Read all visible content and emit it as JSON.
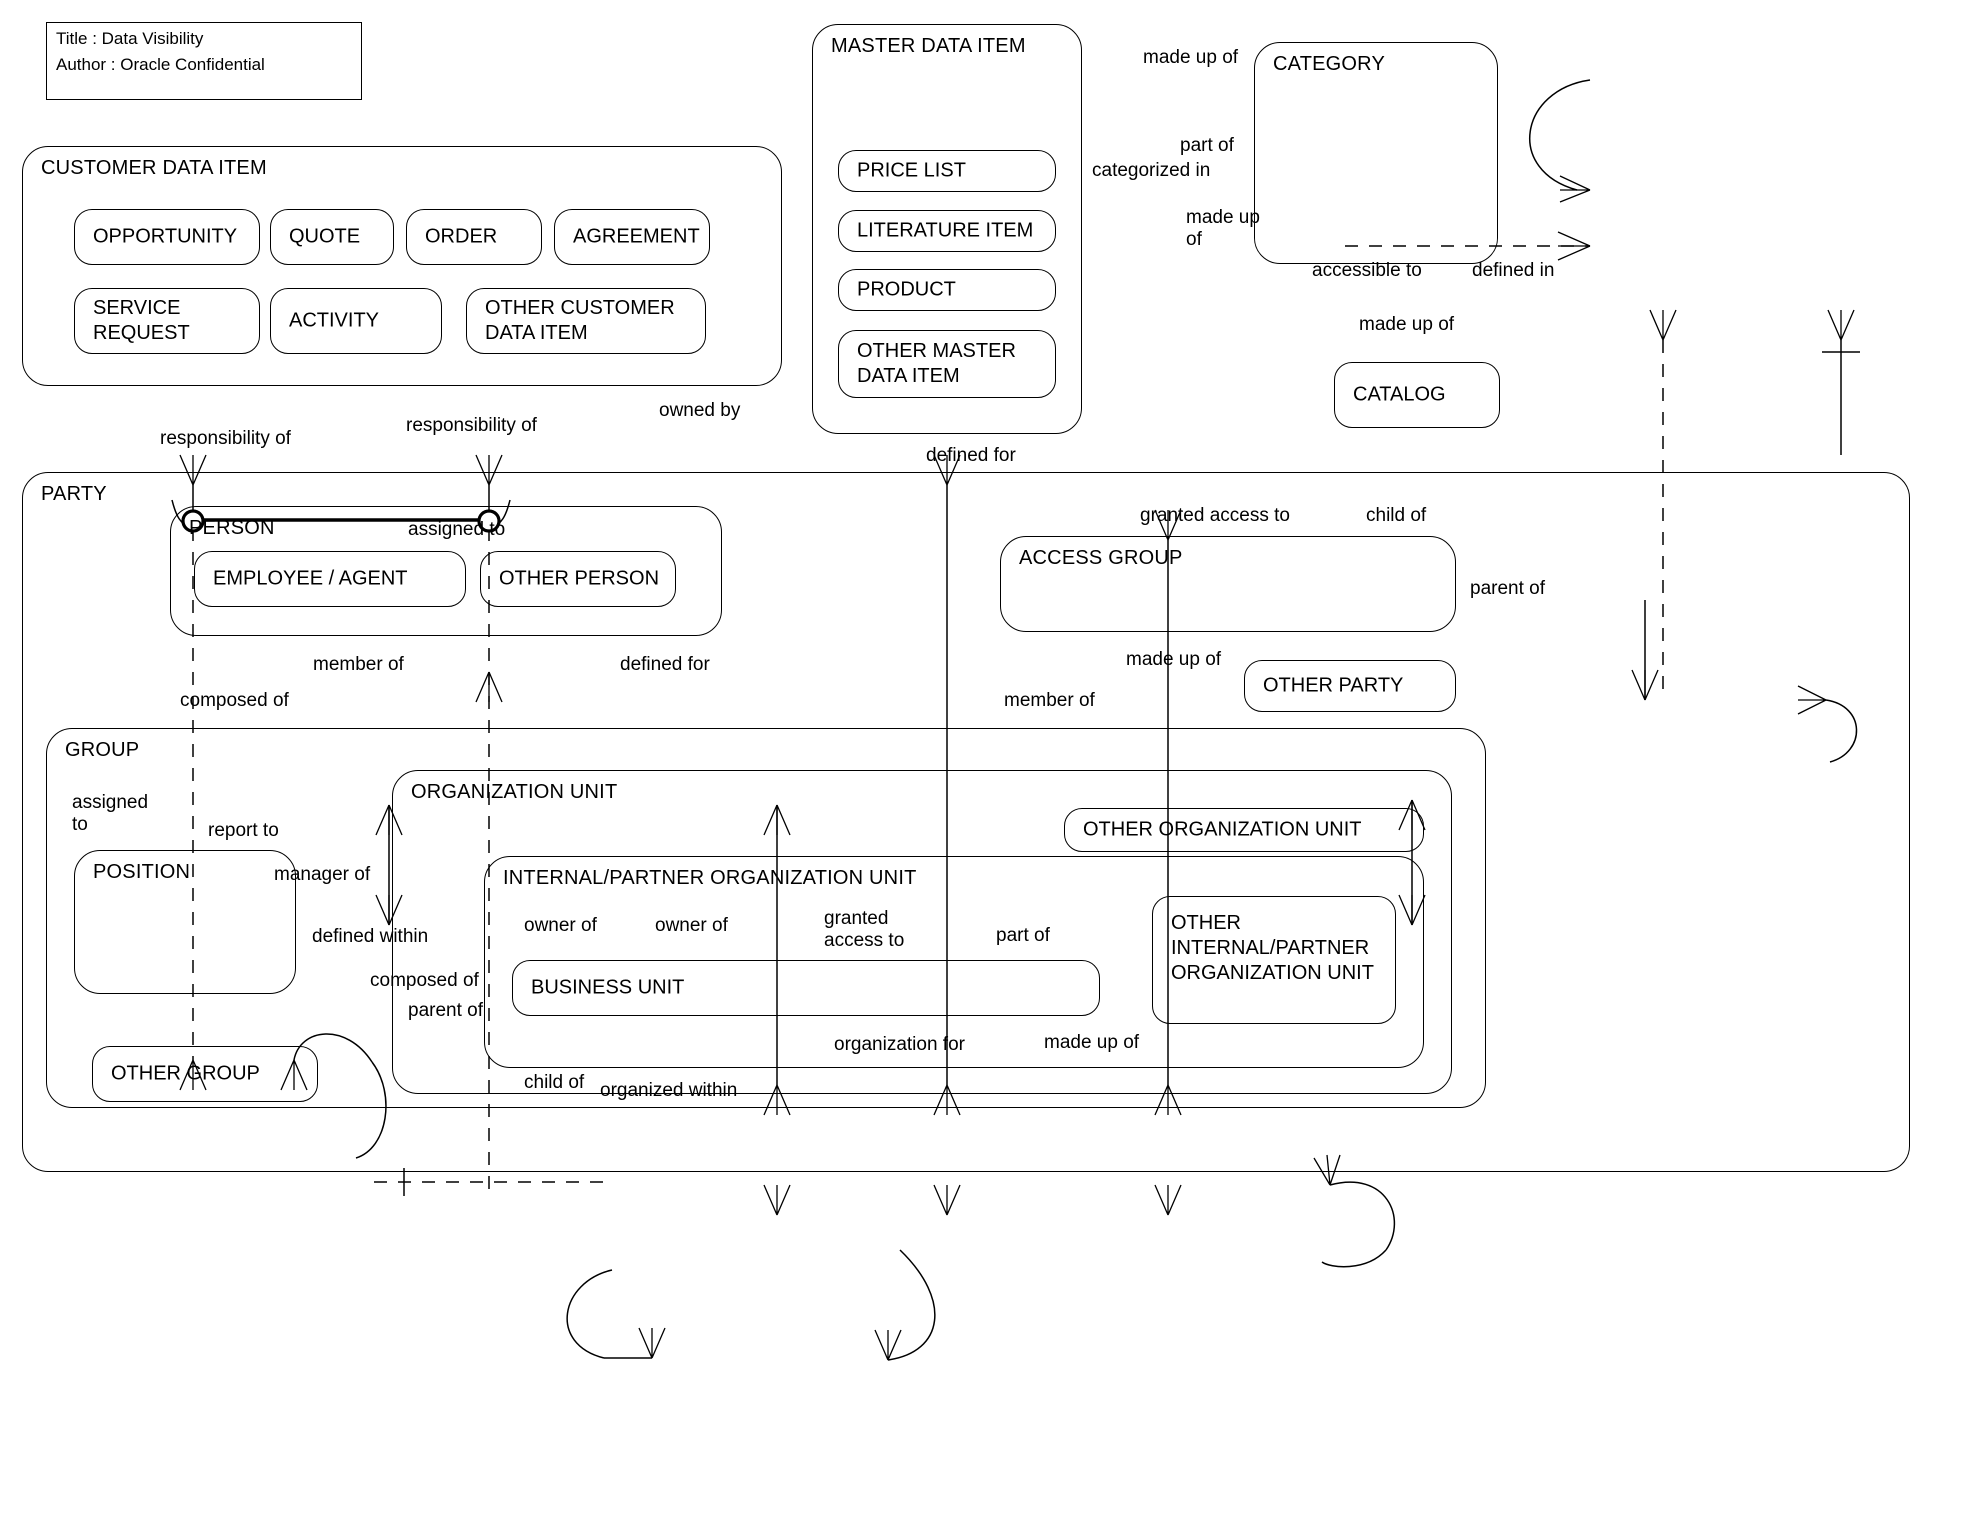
{
  "diagram": {
    "title_block": {
      "title_line": "Title : Data Visibility",
      "author_line": "Author : Oracle Confidential"
    },
    "groups": {
      "customer_data_item": "CUSTOMER DATA ITEM",
      "master_data_item": "MASTER DATA ITEM",
      "party": "PARTY",
      "person": "PERSON",
      "group": "GROUP",
      "organization_unit": "ORGANIZATION UNIT",
      "internal_partner_organization_unit": "INTERNAL/PARTNER ORGANIZATION UNIT"
    },
    "entities": {
      "opportunity": "OPPORTUNITY",
      "quote": "QUOTE",
      "order": "ORDER",
      "agreement": "AGREEMENT",
      "service_request": "SERVICE\nREQUEST",
      "activity": "ACTIVITY",
      "other_customer_data_item": "OTHER CUSTOMER\nDATA ITEM",
      "price_list": "PRICE LIST",
      "literature_item": "LITERATURE ITEM",
      "product": "PRODUCT",
      "other_master_data_item": "OTHER MASTER\nDATA ITEM",
      "category": "CATEGORY",
      "catalog": "CATALOG",
      "employee_agent": "EMPLOYEE / AGENT",
      "other_person": "OTHER PERSON",
      "access_group": "ACCESS GROUP",
      "other_party": "OTHER PARTY",
      "position": "POSITION",
      "other_group": "OTHER GROUP",
      "other_organization_unit": "OTHER ORGANIZATION UNIT",
      "business_unit": "BUSINESS UNIT",
      "other_internal_partner_organization_unit": "OTHER\nINTERNAL/PARTNER\nORGANIZATION UNIT"
    },
    "relationships": [
      {
        "id": "r-made-up-of-category-top",
        "label": "made up of"
      },
      {
        "id": "r-part-of-category",
        "label": "part of"
      },
      {
        "id": "r-categorized-in",
        "label": "categorized in"
      },
      {
        "id": "r-made-up-of-category-right",
        "label": "made up\nof"
      },
      {
        "id": "r-accessible-to",
        "label": "accessible to"
      },
      {
        "id": "r-defined-in",
        "label": "defined in"
      },
      {
        "id": "r-made-up-of-catalog",
        "label": "made up of"
      },
      {
        "id": "r-responsibility-of-left",
        "label": "responsibility of"
      },
      {
        "id": "r-responsibility-of-right",
        "label": "responsibility of"
      },
      {
        "id": "r-owned-by",
        "label": "owned by"
      },
      {
        "id": "r-defined-for-master",
        "label": "defined for"
      },
      {
        "id": "r-assigned-to-person",
        "label": "assigned to"
      },
      {
        "id": "r-granted-access-to-accessgroup",
        "label": "granted access to"
      },
      {
        "id": "r-child-of-accessgroup",
        "label": "child of"
      },
      {
        "id": "r-parent-of-accessgroup",
        "label": "parent of"
      },
      {
        "id": "r-member-of-person",
        "label": "member of"
      },
      {
        "id": "r-defined-for-person",
        "label": "defined for"
      },
      {
        "id": "r-composed-of-group",
        "label": "composed of"
      },
      {
        "id": "r-made-up-of-accessgroup",
        "label": "made up of"
      },
      {
        "id": "r-member-of-accessgroup",
        "label": "member of"
      },
      {
        "id": "r-assigned-to-position",
        "label": "assigned\nto"
      },
      {
        "id": "r-report-to",
        "label": "report to"
      },
      {
        "id": "r-manager-of",
        "label": "manager of"
      },
      {
        "id": "r-defined-within",
        "label": "defined within"
      },
      {
        "id": "r-composed-of-orgunit",
        "label": "composed of"
      },
      {
        "id": "r-parent-of-bu",
        "label": "parent of"
      },
      {
        "id": "r-child-of-bu",
        "label": "child of"
      },
      {
        "id": "r-organized-within",
        "label": "organized within"
      },
      {
        "id": "r-owner-of-1",
        "label": "owner of"
      },
      {
        "id": "r-owner-of-2",
        "label": "owner of"
      },
      {
        "id": "r-granted-access-to-bu",
        "label": "granted\naccess to"
      },
      {
        "id": "r-part-of-ipou",
        "label": "part of"
      },
      {
        "id": "r-organization-for",
        "label": "organization for"
      },
      {
        "id": "r-made-up-of-ipou",
        "label": "made up of"
      }
    ],
    "colors": {
      "line": "#000000",
      "background": "#ffffff",
      "text": "#000000"
    }
  }
}
